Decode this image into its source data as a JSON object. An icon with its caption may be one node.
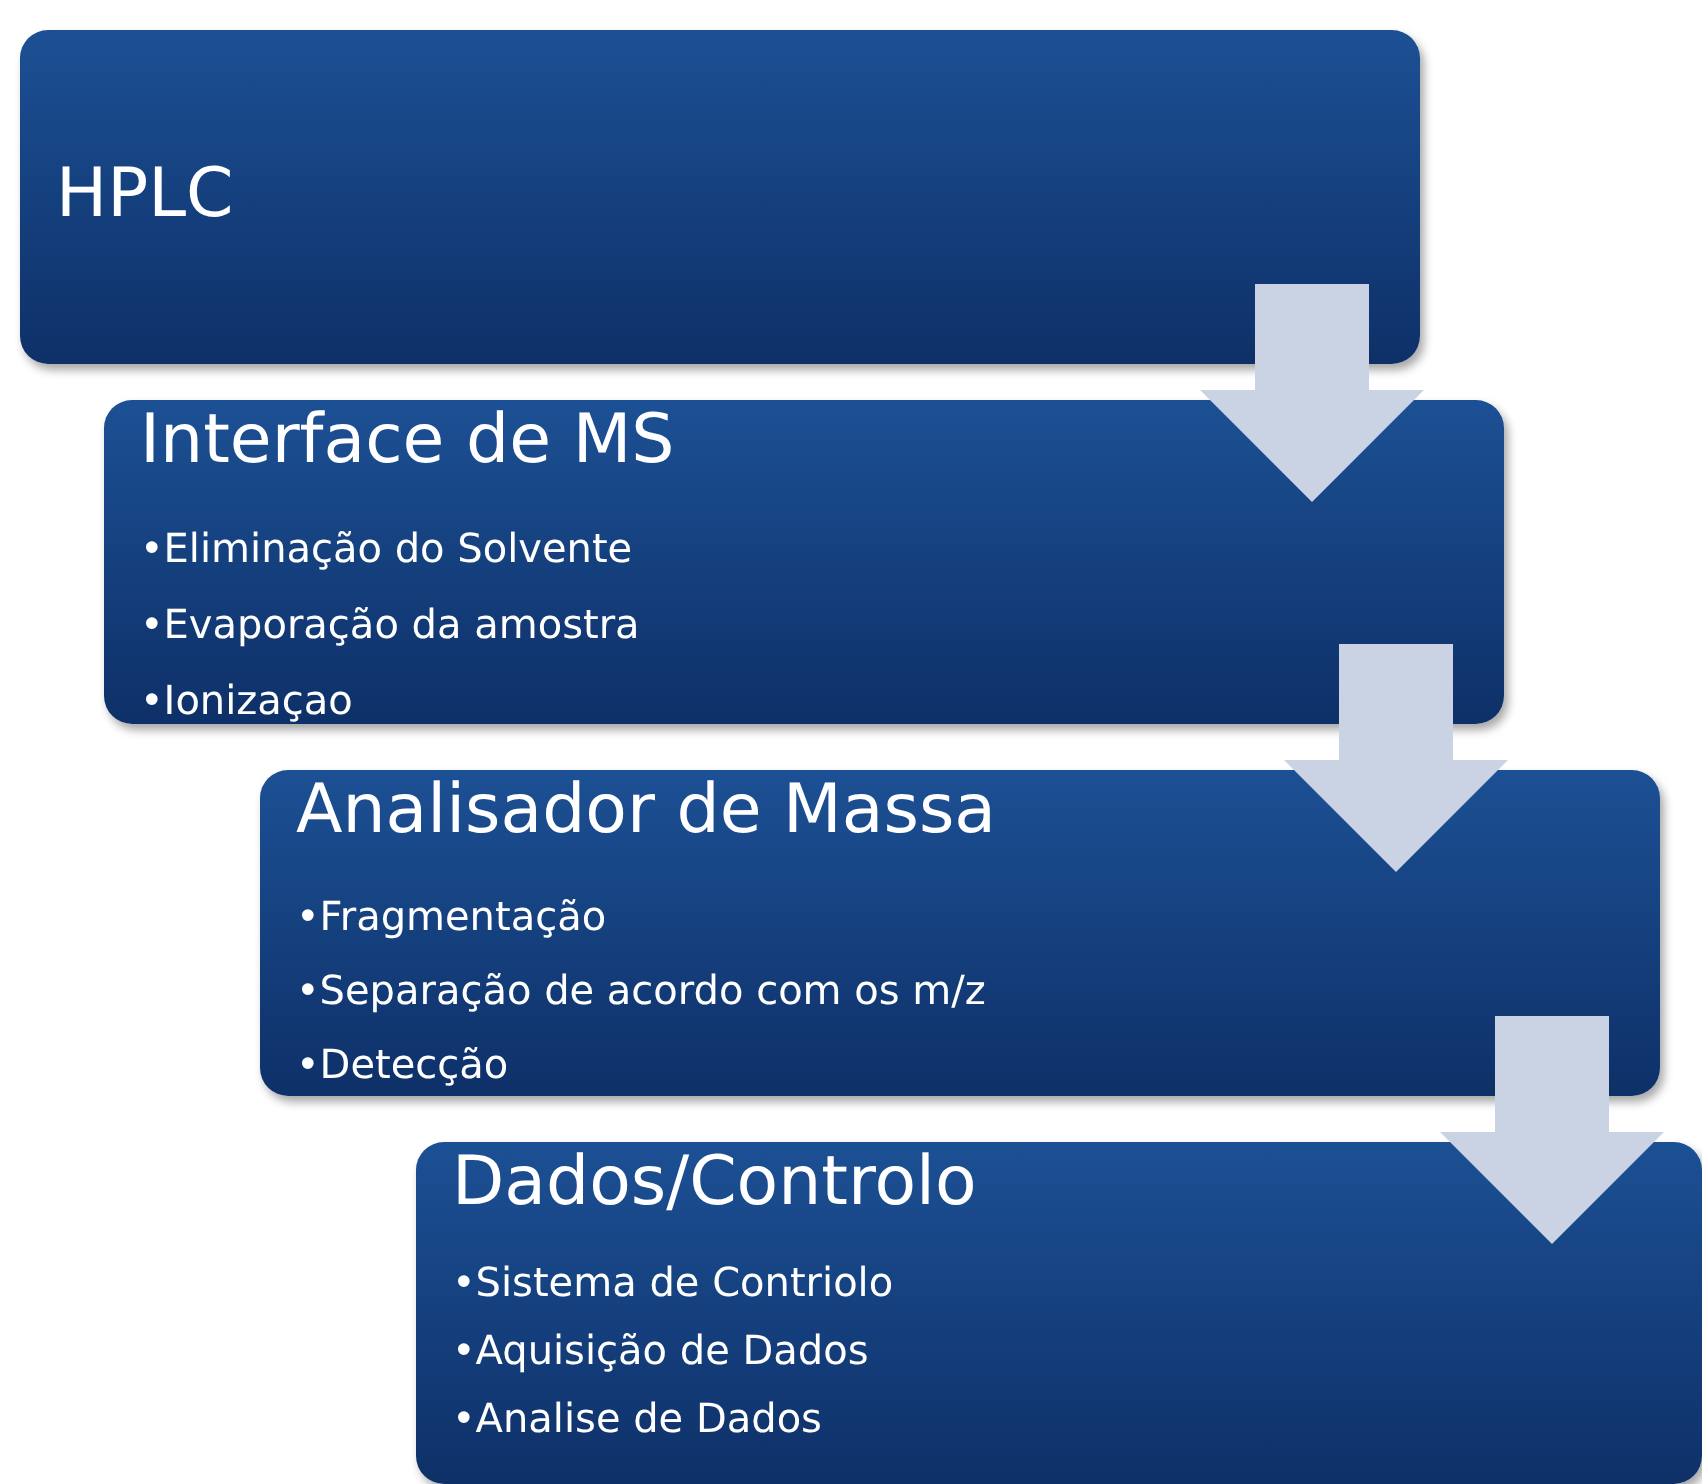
{
  "diagram": {
    "nodes": [
      {
        "text": [
          "HPLC"
        ]
      },
      {
        "text": [
          "Interface de MS",
          "•Eliminação do Solvente",
          "•Evaporação da amostra",
          "•Ionizaçao"
        ]
      },
      {
        "text": [
          "Analisador de Massa",
          "•Fragmentação",
          "•Separação de acordo com os m/z",
          "•Detecção"
        ]
      },
      {
        "text": [
          "Dados/Controlo",
          "•Sistema de Contriolo",
          "•Aquisição de Dados",
          "•Analise de Dados"
        ]
      }
    ],
    "edges": [
      {
        "from": 0,
        "to": 1,
        "arrow": "to"
      },
      {
        "from": 1,
        "to": 2,
        "arrow": "to"
      },
      {
        "from": 2,
        "to": 3,
        "arrow": "to"
      }
    ]
  }
}
